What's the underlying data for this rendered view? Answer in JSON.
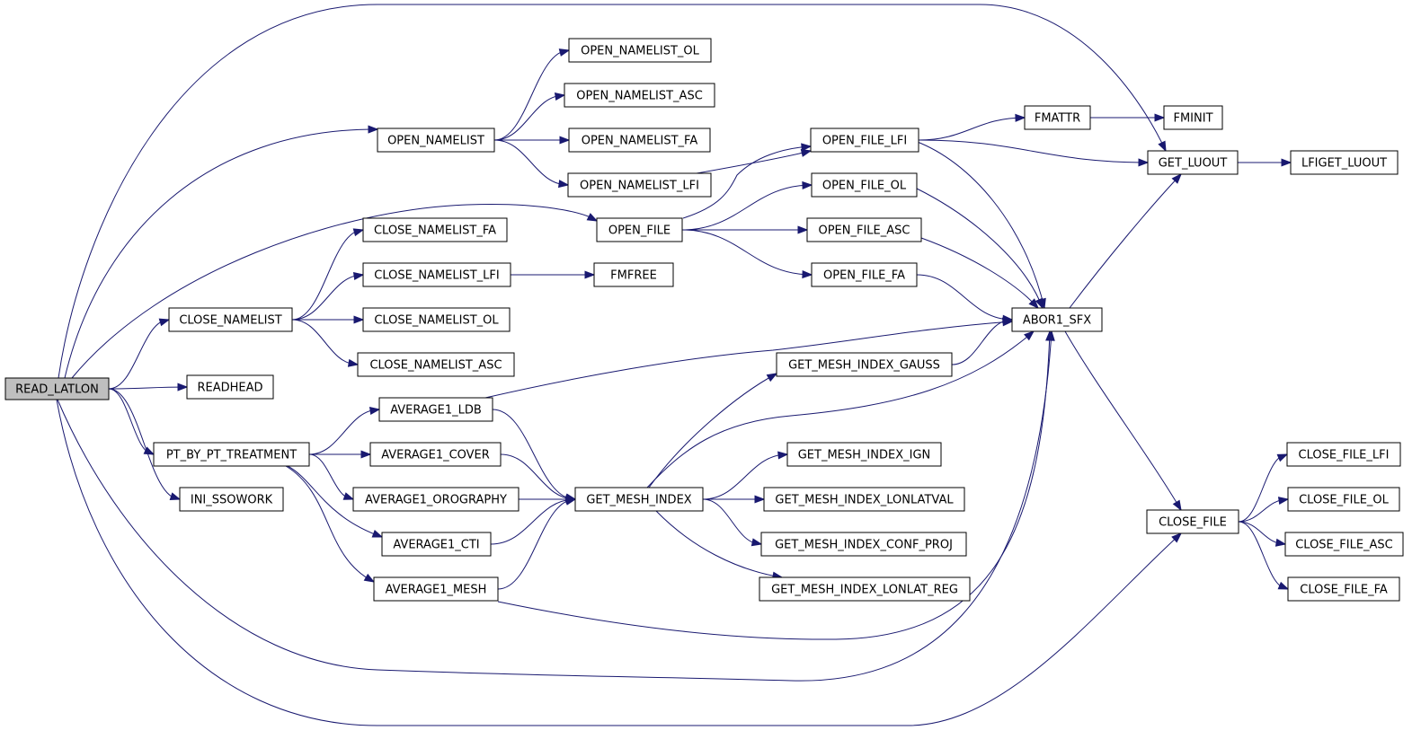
{
  "colors": {
    "edge": "#191970",
    "root_fill": "#bfbfbf",
    "node_fill": "#ffffff",
    "node_border": "#000000"
  },
  "nodes": [
    {
      "id": "read_latlon",
      "label": "READ_LATLON"
    },
    {
      "id": "open_namelist",
      "label": "OPEN_NAMELIST"
    },
    {
      "id": "open_namelist_ol",
      "label": "OPEN_NAMELIST_OL"
    },
    {
      "id": "open_namelist_asc",
      "label": "OPEN_NAMELIST_ASC"
    },
    {
      "id": "open_namelist_fa",
      "label": "OPEN_NAMELIST_FA"
    },
    {
      "id": "open_namelist_lfi",
      "label": "OPEN_NAMELIST_LFI"
    },
    {
      "id": "open_file",
      "label": "OPEN_FILE"
    },
    {
      "id": "open_file_lfi",
      "label": "OPEN_FILE_LFI"
    },
    {
      "id": "open_file_ol",
      "label": "OPEN_FILE_OL"
    },
    {
      "id": "open_file_asc",
      "label": "OPEN_FILE_ASC"
    },
    {
      "id": "open_file_fa",
      "label": "OPEN_FILE_FA"
    },
    {
      "id": "fmattr",
      "label": "FMATTR"
    },
    {
      "id": "fminit",
      "label": "FMINIT"
    },
    {
      "id": "get_luout",
      "label": "GET_LUOUT"
    },
    {
      "id": "lfiget_luout",
      "label": "LFIGET_LUOUT"
    },
    {
      "id": "close_namelist",
      "label": "CLOSE_NAMELIST"
    },
    {
      "id": "close_namelist_fa",
      "label": "CLOSE_NAMELIST_FA"
    },
    {
      "id": "close_namelist_lfi",
      "label": "CLOSE_NAMELIST_LFI"
    },
    {
      "id": "close_namelist_ol",
      "label": "CLOSE_NAMELIST_OL"
    },
    {
      "id": "close_namelist_asc",
      "label": "CLOSE_NAMELIST_ASC"
    },
    {
      "id": "fmfree",
      "label": "FMFREE"
    },
    {
      "id": "abor1_sfx",
      "label": "ABOR1_SFX"
    },
    {
      "id": "readhead",
      "label": "READHEAD"
    },
    {
      "id": "pt_by_pt_treatment",
      "label": "PT_BY_PT_TREATMENT"
    },
    {
      "id": "ini_ssowork",
      "label": "INI_SSOWORK"
    },
    {
      "id": "average1_ldb",
      "label": "AVERAGE1_LDB"
    },
    {
      "id": "average1_cover",
      "label": "AVERAGE1_COVER"
    },
    {
      "id": "average1_orography",
      "label": "AVERAGE1_OROGRAPHY"
    },
    {
      "id": "average1_cti",
      "label": "AVERAGE1_CTI"
    },
    {
      "id": "average1_mesh",
      "label": "AVERAGE1_MESH"
    },
    {
      "id": "get_mesh_index",
      "label": "GET_MESH_INDEX"
    },
    {
      "id": "get_mesh_index_gauss",
      "label": "GET_MESH_INDEX_GAUSS"
    },
    {
      "id": "get_mesh_index_ign",
      "label": "GET_MESH_INDEX_IGN"
    },
    {
      "id": "get_mesh_index_lonlatval",
      "label": "GET_MESH_INDEX_LONLATVAL"
    },
    {
      "id": "get_mesh_index_conf_proj",
      "label": "GET_MESH_INDEX_CONF_PROJ"
    },
    {
      "id": "get_mesh_index_lonlat_reg",
      "label": "GET_MESH_INDEX_LONLAT_REG"
    },
    {
      "id": "close_file",
      "label": "CLOSE_FILE"
    },
    {
      "id": "close_file_lfi",
      "label": "CLOSE_FILE_LFI"
    },
    {
      "id": "close_file_ol",
      "label": "CLOSE_FILE_OL"
    },
    {
      "id": "close_file_asc",
      "label": "CLOSE_FILE_ASC"
    },
    {
      "id": "close_file_fa",
      "label": "CLOSE_FILE_FA"
    }
  ],
  "edges": [
    [
      "read_latlon",
      "get_luout"
    ],
    [
      "read_latlon",
      "open_namelist"
    ],
    [
      "read_latlon",
      "open_file"
    ],
    [
      "read_latlon",
      "close_namelist"
    ],
    [
      "read_latlon",
      "readhead"
    ],
    [
      "read_latlon",
      "pt_by_pt_treatment"
    ],
    [
      "read_latlon",
      "ini_ssowork"
    ],
    [
      "read_latlon",
      "abor1_sfx"
    ],
    [
      "read_latlon",
      "close_file"
    ],
    [
      "open_namelist",
      "open_namelist_ol"
    ],
    [
      "open_namelist",
      "open_namelist_asc"
    ],
    [
      "open_namelist",
      "open_namelist_fa"
    ],
    [
      "open_namelist",
      "open_namelist_lfi"
    ],
    [
      "open_namelist_lfi",
      "open_file_lfi"
    ],
    [
      "open_file",
      "open_file_lfi"
    ],
    [
      "open_file",
      "open_file_ol"
    ],
    [
      "open_file",
      "open_file_asc"
    ],
    [
      "open_file",
      "open_file_fa"
    ],
    [
      "open_file_lfi",
      "fmattr"
    ],
    [
      "open_file_lfi",
      "get_luout"
    ],
    [
      "open_file_lfi",
      "abor1_sfx"
    ],
    [
      "open_file_ol",
      "abor1_sfx"
    ],
    [
      "open_file_asc",
      "abor1_sfx"
    ],
    [
      "open_file_fa",
      "abor1_sfx"
    ],
    [
      "fmattr",
      "fminit"
    ],
    [
      "get_luout",
      "lfiget_luout"
    ],
    [
      "close_namelist",
      "close_namelist_fa"
    ],
    [
      "close_namelist",
      "close_namelist_lfi"
    ],
    [
      "close_namelist",
      "close_namelist_ol"
    ],
    [
      "close_namelist",
      "close_namelist_asc"
    ],
    [
      "close_namelist_lfi",
      "fmfree"
    ],
    [
      "pt_by_pt_treatment",
      "average1_ldb"
    ],
    [
      "pt_by_pt_treatment",
      "average1_cover"
    ],
    [
      "pt_by_pt_treatment",
      "average1_orography"
    ],
    [
      "pt_by_pt_treatment",
      "average1_cti"
    ],
    [
      "pt_by_pt_treatment",
      "average1_mesh"
    ],
    [
      "average1_ldb",
      "abor1_sfx"
    ],
    [
      "average1_ldb",
      "get_mesh_index"
    ],
    [
      "average1_cover",
      "get_mesh_index"
    ],
    [
      "average1_orography",
      "get_mesh_index"
    ],
    [
      "average1_cti",
      "get_mesh_index"
    ],
    [
      "average1_mesh",
      "get_mesh_index"
    ],
    [
      "average1_mesh",
      "abor1_sfx"
    ],
    [
      "get_mesh_index",
      "get_mesh_index_gauss"
    ],
    [
      "get_mesh_index",
      "abor1_sfx"
    ],
    [
      "get_mesh_index",
      "get_mesh_index_ign"
    ],
    [
      "get_mesh_index",
      "get_mesh_index_lonlatval"
    ],
    [
      "get_mesh_index",
      "get_mesh_index_conf_proj"
    ],
    [
      "get_mesh_index",
      "get_mesh_index_lonlat_reg"
    ],
    [
      "get_mesh_index_gauss",
      "abor1_sfx"
    ],
    [
      "abor1_sfx",
      "get_luout"
    ],
    [
      "abor1_sfx",
      "close_file"
    ],
    [
      "close_file",
      "close_file_lfi"
    ],
    [
      "close_file",
      "close_file_ol"
    ],
    [
      "close_file",
      "close_file_asc"
    ],
    [
      "close_file",
      "close_file_fa"
    ]
  ]
}
